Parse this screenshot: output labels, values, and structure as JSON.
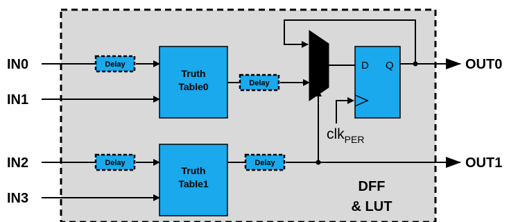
{
  "inputs": {
    "in0": "IN0",
    "in1": "IN1",
    "in2": "IN2",
    "in3": "IN3"
  },
  "outputs": {
    "out0": "OUT0",
    "out1": "OUT1"
  },
  "delay": {
    "label": "Delay"
  },
  "truth_table_0": {
    "line1": "Truth",
    "line2": "Table0"
  },
  "truth_table_1": {
    "line1": "Truth",
    "line2": "Table1"
  },
  "dff": {
    "d_pin": "D",
    "q_pin": "Q"
  },
  "clock": {
    "main": "clk",
    "sub": "PER"
  },
  "block_title": {
    "line1": "DFF",
    "line2": "& LUT"
  },
  "colors": {
    "block_fill": "#19a9ec",
    "module_fill": "#d9d9d9"
  }
}
